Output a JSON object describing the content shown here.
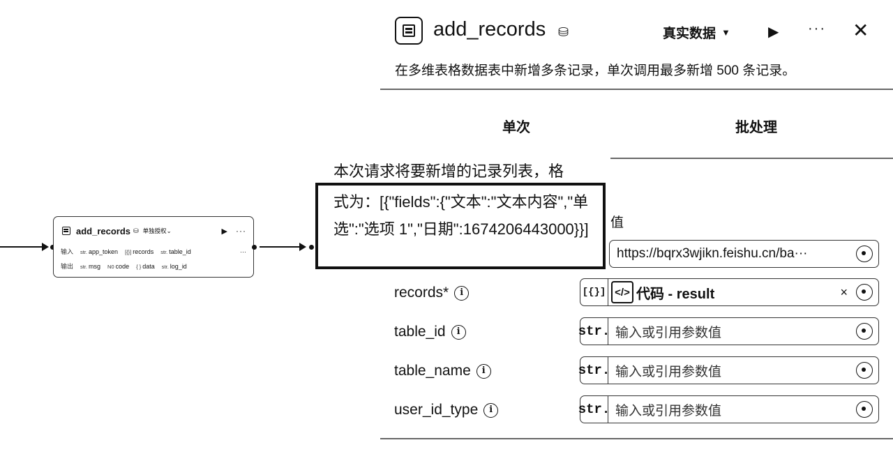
{
  "node": {
    "title": "add_records",
    "store_icon": "⛁",
    "auth": "单独授权",
    "input_label": "输入",
    "output_label": "输出",
    "more": "···",
    "inputs": [
      {
        "type": "str.",
        "name": "app_token"
      },
      {
        "type": "[{}]",
        "name": "records"
      },
      {
        "type": "str.",
        "name": "table_id"
      }
    ],
    "outputs": [
      {
        "type": "N0",
        "name": "code"
      },
      {
        "type": "{ }",
        "name": "data"
      },
      {
        "type": "str.",
        "name": "log_id"
      }
    ],
    "out_first": {
      "type": "str.",
      "name": "msg"
    }
  },
  "tooltip": {
    "line1": "本次请求将要新增的记录列表，格",
    "body": "式为：[{\"fields\":{\"文本\":\"文本内容\",\"单选\":\"选项 1\",\"日期\":1674206443000}}]"
  },
  "panel": {
    "title": "add_records",
    "data_mode": "真实数据",
    "description": "在多维表格数据表中新增多条记录，单次调用最多新增 500 条记录。",
    "tabs": [
      "单次",
      "批处理"
    ],
    "value_header": "值",
    "params": [
      {
        "label": "records*",
        "type": "[{}]",
        "chip_icon": "</>",
        "chip": "代码 - result"
      },
      {
        "label": "table_id",
        "type": "str.",
        "placeholder": "输入或引用参数值"
      },
      {
        "label": "table_name",
        "type": "str.",
        "placeholder": "输入或引用参数值"
      },
      {
        "label": "user_id_type",
        "type": "str.",
        "placeholder": "输入或引用参数值"
      }
    ],
    "app_token_value": "https://bqrx3wjikn.feishu.cn/ba···",
    "info": "i",
    "clear": "×"
  },
  "icons": {
    "run": "run-icon",
    "more": "more-icon",
    "close": "close-icon"
  }
}
